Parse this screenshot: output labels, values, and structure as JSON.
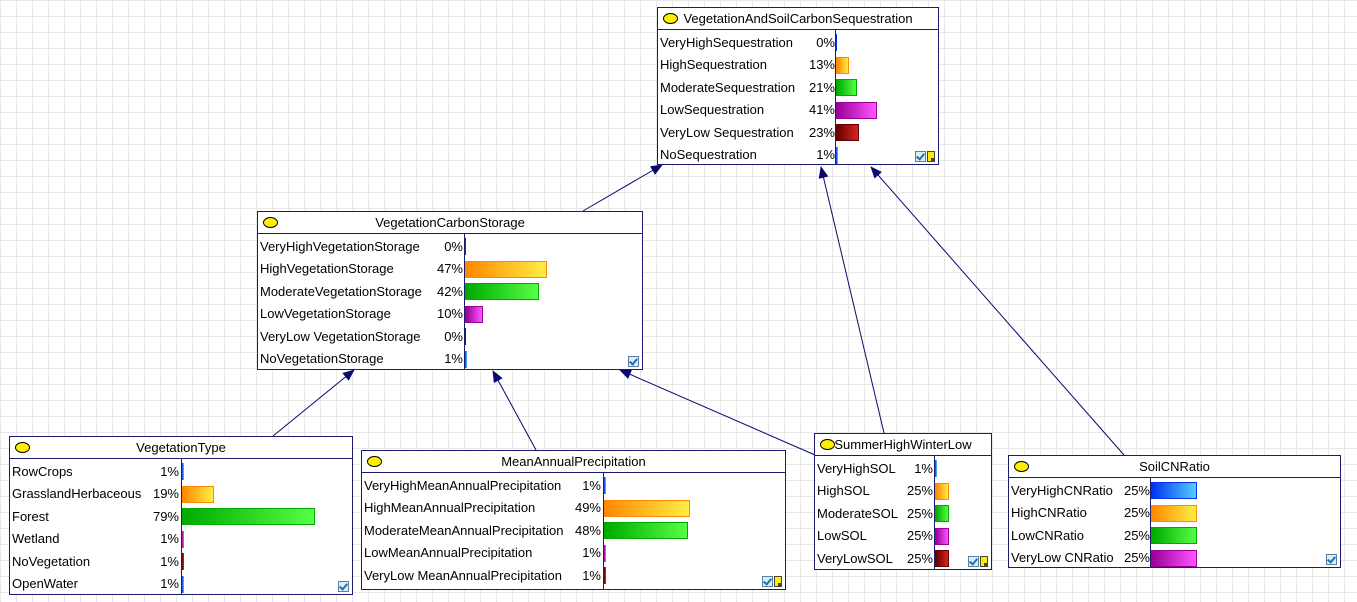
{
  "bar_colors": {
    "blue": [
      "#0033ee",
      "#55ccff"
    ],
    "orange": [
      "#ff8800",
      "#ffee44"
    ],
    "green": [
      "#00aa00",
      "#55ff44"
    ],
    "magenta": [
      "#990099",
      "#ff55ff"
    ],
    "darkred": [
      "#660000",
      "#dd2222"
    ]
  },
  "nodes": [
    {
      "id": "veg-soil-carbon",
      "title": "VegetationAndSoilCarbonSequestration",
      "states": [
        {
          "label": "VeryHighSequestration",
          "pct": "0%",
          "value": 0,
          "color": "blue"
        },
        {
          "label": "HighSequestration",
          "pct": "13%",
          "value": 13,
          "color": "orange"
        },
        {
          "label": "ModerateSequestration",
          "pct": "21%",
          "value": 21,
          "color": "green"
        },
        {
          "label": "LowSequestration",
          "pct": "41%",
          "value": 41,
          "color": "magenta"
        },
        {
          "label": "VeryLow Sequestration",
          "pct": "23%",
          "value": 23,
          "color": "darkred"
        },
        {
          "label": "NoSequestration",
          "pct": "1%",
          "value": 1,
          "color": "blue"
        }
      ],
      "icons": [
        "check-icon",
        "note-icon"
      ]
    },
    {
      "id": "veg-carbon-storage",
      "title": "VegetationCarbonStorage",
      "states": [
        {
          "label": "VeryHighVegetationStorage",
          "pct": "0%",
          "value": 0,
          "color": "blue"
        },
        {
          "label": "HighVegetationStorage",
          "pct": "47%",
          "value": 47,
          "color": "orange"
        },
        {
          "label": "ModerateVegetationStorage",
          "pct": "42%",
          "value": 42,
          "color": "green"
        },
        {
          "label": "LowVegetationStorage",
          "pct": "10%",
          "value": 10,
          "color": "magenta"
        },
        {
          "label": "VeryLow VegetationStorage",
          "pct": "0%",
          "value": 0,
          "color": "darkred"
        },
        {
          "label": "NoVegetationStorage",
          "pct": "1%",
          "value": 1,
          "color": "blue"
        }
      ],
      "icons": [
        "check-icon"
      ]
    },
    {
      "id": "vegetation-type",
      "title": "VegetationType",
      "states": [
        {
          "label": "RowCrops",
          "pct": "1%",
          "value": 1,
          "color": "blue"
        },
        {
          "label": "GrasslandHerbaceous",
          "pct": "19%",
          "value": 19,
          "color": "orange"
        },
        {
          "label": "Forest",
          "pct": "79%",
          "value": 79,
          "color": "green"
        },
        {
          "label": "Wetland",
          "pct": "1%",
          "value": 1,
          "color": "magenta"
        },
        {
          "label": "NoVegetation",
          "pct": "1%",
          "value": 1,
          "color": "darkred"
        },
        {
          "label": "OpenWater",
          "pct": "1%",
          "value": 1,
          "color": "blue"
        }
      ],
      "icons": [
        "check-icon"
      ]
    },
    {
      "id": "mean-annual-precip",
      "title": "MeanAnnualPrecipitation",
      "states": [
        {
          "label": "VeryHighMeanAnnualPrecipitation",
          "pct": "1%",
          "value": 1,
          "color": "blue"
        },
        {
          "label": "HighMeanAnnualPrecipitation",
          "pct": "49%",
          "value": 49,
          "color": "orange"
        },
        {
          "label": "ModerateMeanAnnualPrecipitation",
          "pct": "48%",
          "value": 48,
          "color": "green"
        },
        {
          "label": "LowMeanAnnualPrecipitation",
          "pct": "1%",
          "value": 1,
          "color": "magenta"
        },
        {
          "label": "VeryLow MeanAnnualPrecipitation",
          "pct": "1%",
          "value": 1,
          "color": "darkred"
        }
      ],
      "icons": [
        "check-icon",
        "note-icon"
      ]
    },
    {
      "id": "summer-high-winter-low",
      "title": "SummerHighWinterLow",
      "states": [
        {
          "label": "VeryHighSOL",
          "pct": "1%",
          "value": 1,
          "color": "blue"
        },
        {
          "label": "HighSOL",
          "pct": "25%",
          "value": 25,
          "color": "orange"
        },
        {
          "label": "ModerateSOL",
          "pct": "25%",
          "value": 25,
          "color": "green"
        },
        {
          "label": "LowSOL",
          "pct": "25%",
          "value": 25,
          "color": "magenta"
        },
        {
          "label": "VeryLowSOL",
          "pct": "25%",
          "value": 25,
          "color": "darkred"
        }
      ],
      "icons": [
        "check-icon",
        "note-icon"
      ]
    },
    {
      "id": "soil-cn-ratio",
      "title": "SoilCNRatio",
      "states": [
        {
          "label": "VeryHighCNRatio",
          "pct": "25%",
          "value": 25,
          "color": "blue"
        },
        {
          "label": "HighCNRatio",
          "pct": "25%",
          "value": 25,
          "color": "orange"
        },
        {
          "label": "LowCNRatio",
          "pct": "25%",
          "value": 25,
          "color": "green"
        },
        {
          "label": "VeryLow CNRatio",
          "pct": "25%",
          "value": 25,
          "color": "magenta"
        }
      ],
      "icons": [
        "check-icon"
      ]
    }
  ],
  "edges": [
    {
      "from": "veg-carbon-storage",
      "to": "veg-soil-carbon"
    },
    {
      "from": "summer-high-winter-low",
      "to": "veg-soil-carbon"
    },
    {
      "from": "soil-cn-ratio",
      "to": "veg-soil-carbon"
    },
    {
      "from": "vegetation-type",
      "to": "veg-carbon-storage"
    },
    {
      "from": "mean-annual-precip",
      "to": "veg-carbon-storage"
    },
    {
      "from": "summer-high-winter-low",
      "to": "veg-carbon-storage"
    }
  ]
}
